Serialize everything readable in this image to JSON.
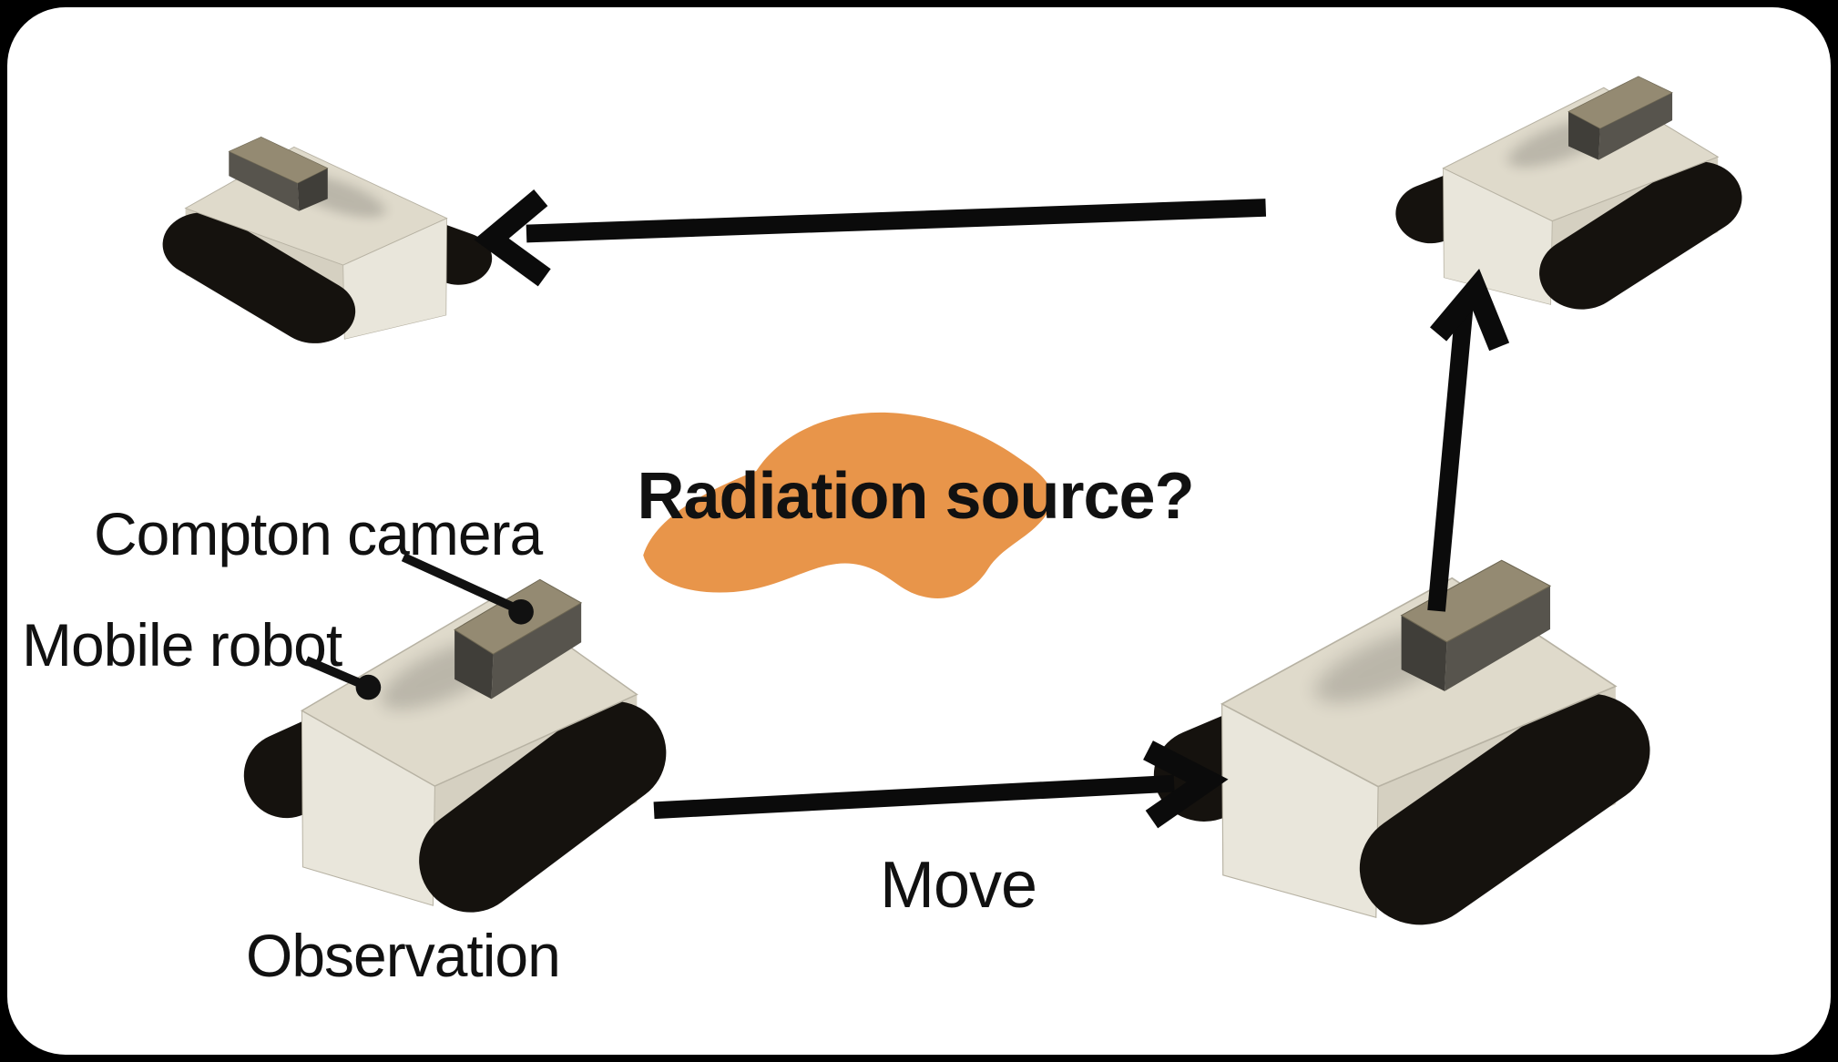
{
  "scene": {
    "question": "Radiation source?",
    "move": "Move",
    "observation": "Observation",
    "compton_camera": "Compton camera",
    "mobile_robot": "Mobile robot"
  },
  "colors": {
    "background": "#000000",
    "card": "#ffffff",
    "text": "#111111",
    "arrow": "#0b0b0b",
    "leader": "#111111",
    "blob": "#E8954A",
    "robot_track": "#15120E",
    "robot_body_top": "#DFDACB",
    "robot_body_left": "#E9E6DB",
    "robot_body_right": "#D5D0C1",
    "camera_top": "#948A72",
    "camera_front": "#403E39",
    "camera_side": "#57544D"
  }
}
